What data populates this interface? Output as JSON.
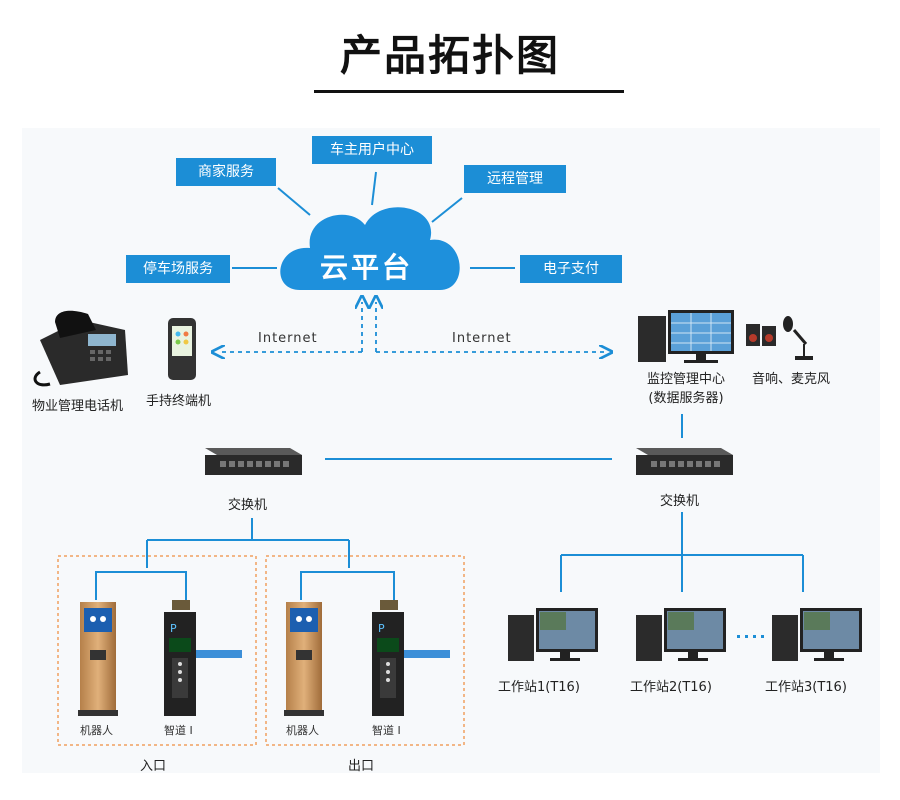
{
  "title": "产品拓扑图",
  "cloud": {
    "label": "云平台"
  },
  "services": {
    "merchant": "商家服务",
    "owner_center": "车主用户中心",
    "remote": "远程管理",
    "parking": "停车场服务",
    "payment": "电子支付"
  },
  "network": {
    "left": "Internet",
    "right": "Internet"
  },
  "devices": {
    "phone": "物业管理电话机",
    "handheld": "手持终端机",
    "monitor_line1": "监控管理中心",
    "monitor_line2": "(数据服务器)",
    "audio": "音响、麦克风",
    "switch_left": "交换机",
    "switch_right": "交换机"
  },
  "entrance": {
    "robot": "机器人",
    "gate": "智道 I",
    "zone": "入口"
  },
  "exit": {
    "robot": "机器人",
    "gate": "智道 I",
    "zone": "出口"
  },
  "workstations": [
    "工作站1(T16)",
    "工作站2(T16)",
    "工作站3(T16)"
  ],
  "colors": {
    "accent": "#1c8ed6",
    "dashed_box": "#f0a060",
    "line": "#1c8ed6"
  }
}
